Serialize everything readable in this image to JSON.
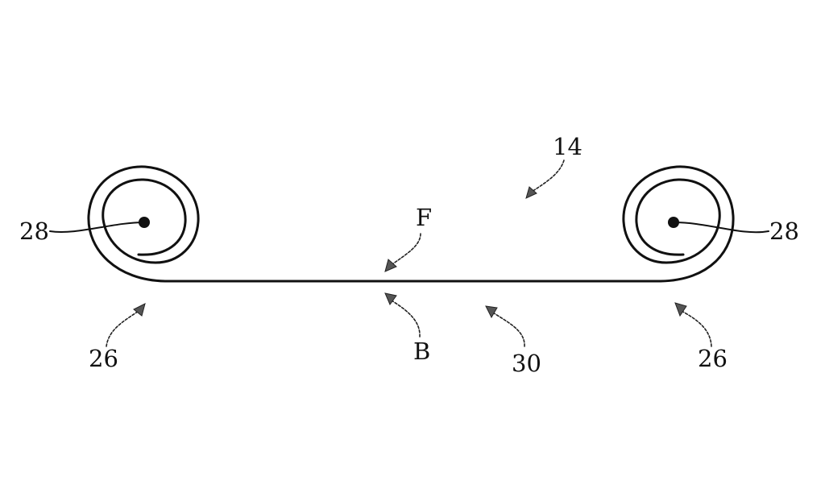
{
  "labels": {
    "assembly": "14",
    "fold_side": "F",
    "bend_side": "B",
    "flat_region": "30",
    "roll_left": "26",
    "roll_right": "26",
    "core_left": "28",
    "core_right": "28"
  },
  "colors": {
    "ink": "#111111",
    "background": "#ffffff"
  }
}
